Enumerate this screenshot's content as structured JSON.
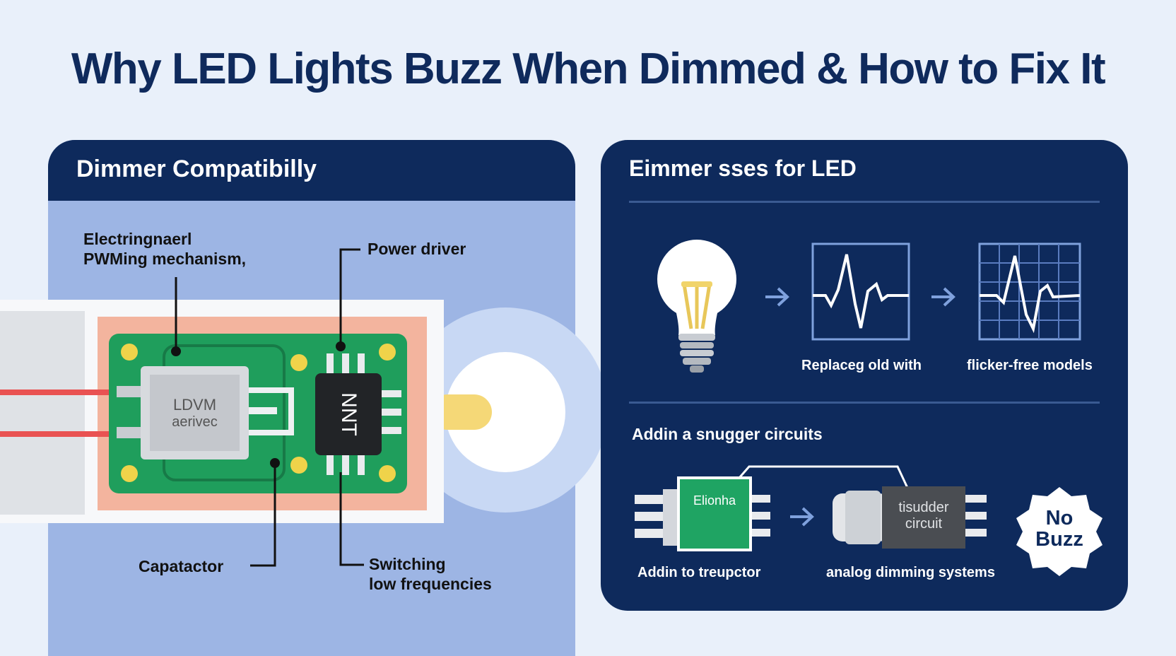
{
  "title": "Why LED Lights Buzz When Dimmed & How to Fix It",
  "left_panel": {
    "heading": "Dimmer Compatibilly",
    "component_label_1": "LDVM",
    "component_label_2": "aerivec",
    "chip_label": "NNT",
    "callouts": {
      "electro_line1": "Electringnaerl",
      "electro_line2": "PWMing mechanism,",
      "power_driver": "Power driver",
      "capacitor": "Capatactor",
      "switching_line1": "Switching",
      "switching_line2": "low frequencies"
    }
  },
  "right_panel": {
    "heading": "Eimmer sses for LED",
    "step_labels": [
      "Replaceg old with",
      "flicker-free models"
    ],
    "snubber_heading": "Addin a snugger circuits",
    "green_box_label": "Elionha",
    "grey_box_line1": "tisudder",
    "grey_box_line2": "circuit",
    "bottom_labels": [
      "Addin to treupctor",
      "analog dimming systems"
    ],
    "badge_line1": "No",
    "badge_line2": "Buzz"
  },
  "colors": {
    "navy": "#0e2a5c",
    "left_bg": "#9db5e4",
    "pcb_green": "#1f9e5c",
    "pad_yellow": "#efd34a",
    "wire_red": "#e95252",
    "salmon": "#f3b49e"
  }
}
